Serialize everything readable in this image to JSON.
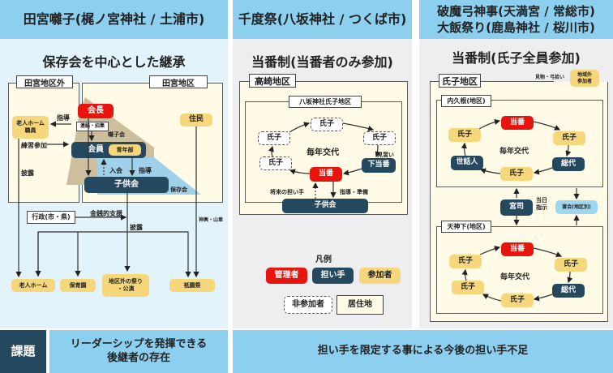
{
  "columns": [
    {
      "title": "田宮囃子(梶ノ宮神社 / 土浦市)",
      "subtitle": "保存会を中心とした継承",
      "regions": {
        "outside": "田宮地区外",
        "inside": "田宮地区"
      },
      "nodes": {
        "chairman": "会長",
        "liaison": "連絡・招集",
        "hayashi_kai": "囃子会",
        "members": "会員",
        "youth": "青年部",
        "children": "子供会",
        "hozonkai": "保存会",
        "residents": "住民",
        "nursing_staff": "老人ホーム\n職員",
        "gov": "行政(市・県)",
        "dest_nursing": "老人ホーム",
        "dest_nursery": "保育園",
        "dest_other_fest": "地区外の祭り\n・公演",
        "dest_gion": "祇園祭"
      },
      "edges": {
        "guidance1": "指導",
        "practice": "練習参加",
        "perform1": "披露",
        "join": "入会",
        "guidance2": "指導",
        "money": "金銭的支援",
        "perform2": "披露",
        "mikoshi": "神輿・山車"
      }
    },
    {
      "title": "千度祭(八坂神社 / つくば市)",
      "subtitle": "当番制(当番者のみ参加)",
      "regions": {
        "outer": "高崎地区",
        "inner": "八坂神社氏子地区"
      },
      "nodes": {
        "top": "氏子",
        "left_top": "氏子",
        "right_top": "氏子",
        "left_bottom": "氏子",
        "next_duty": "下当番",
        "duty": "当番",
        "children": "子供会",
        "center": "毎年交代"
      },
      "edges": {
        "observe": "見習い",
        "future": "将来の担い手",
        "guide": "指導・準備"
      },
      "legend": {
        "title": "凡例",
        "items": [
          "管理者",
          "担い手",
          "参加者",
          "非参加者",
          "居住地"
        ]
      }
    },
    {
      "title_line1": "破魔弓神事(天満宮 / 常総市)",
      "title_line2": "大飯祭り(鹿島神社 / 桜川市)",
      "subtitle": "当番制(氏子全員参加)",
      "regions": {
        "outer": "氏子地区",
        "district1": "内久根(地区)",
        "district2": "天神下(地区)"
      },
      "outside_label": "見物・弓拾い",
      "outside_box": "地域外\n参加者",
      "district1_nodes": {
        "duty": "当番",
        "right": "氏子",
        "rep": "総代",
        "bottom": "氏子",
        "caretaker": "世話人",
        "left": "氏子",
        "center": "毎年交代"
      },
      "district2_nodes": {
        "duty": "当番",
        "right": "氏子",
        "rep": "総代",
        "bottom": "氏子",
        "left_bottom": "氏子",
        "left_top": "氏子",
        "center": "毎年交代"
      },
      "priest": "宮司",
      "day_instruction": "当日\n指示",
      "banquet": "宴会(地区別)"
    }
  ],
  "issues": {
    "label": "課題",
    "col1": "リーダーシップを発揮できる\n後継者の存在",
    "col23": "担い手を限定する事による今後の担い手不足"
  },
  "colors": {
    "header_blue": "#8ccfee",
    "manager_red": "#e8140e",
    "bearer_navy": "#24485e",
    "participant_yellow": "#f6d77c",
    "residence_cream": "#fffbe6",
    "panel1_bg": "#e2f3fb",
    "panel_gray": "#eeeef0"
  }
}
